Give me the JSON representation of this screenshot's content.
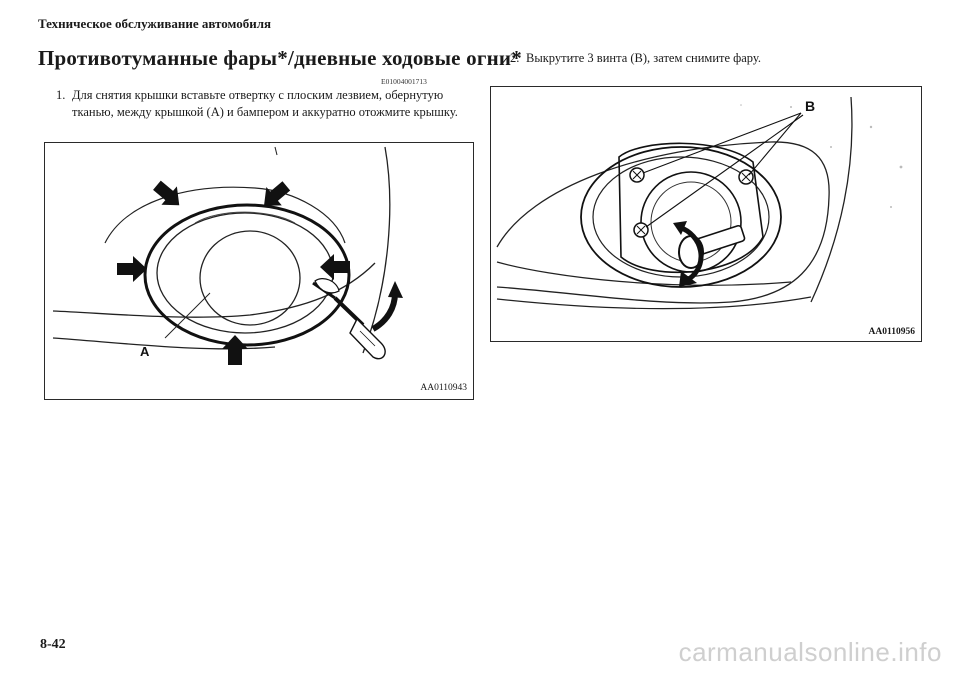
{
  "header": {
    "section": "Техническое обслуживание автомобиля",
    "title": "Противотуманные фары*/дневные ходовые огни*",
    "code": "E01004001713"
  },
  "steps": [
    {
      "number": "1.",
      "text": "Для снятия крышки вставьте отвертку с плоским лезвием, обернутую тканью, между крышкой (A) и бампером и аккуратно отожмите крышку."
    },
    {
      "number": "2.",
      "text": "Выкрутите 3 винта (B), затем снимите фару."
    }
  ],
  "figures": [
    {
      "code": "AA0110943",
      "callout": "A"
    },
    {
      "code": "AA0110956",
      "callout": "B"
    }
  ],
  "footer": {
    "page_number": "8-42",
    "watermark": "carmanualsonline.info"
  }
}
